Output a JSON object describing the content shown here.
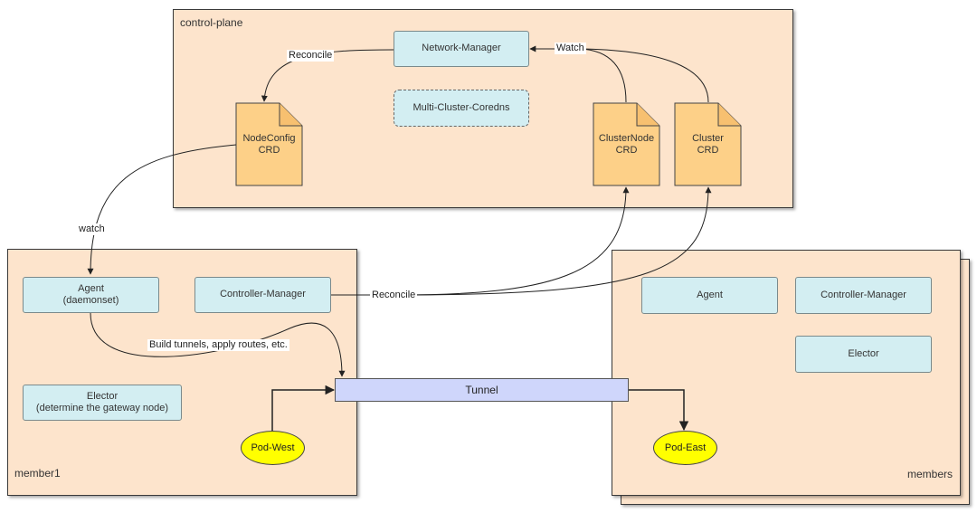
{
  "control_plane": {
    "label": "control-plane",
    "network_manager": "Network-Manager",
    "coredns": "Multi-Cluster-Coredns",
    "nodeconfig": [
      "NodeConfig",
      "CRD"
    ],
    "clusternode": [
      "ClusterNode",
      "CRD"
    ],
    "cluster": [
      "Cluster",
      "CRD"
    ]
  },
  "member1": {
    "label": "member1",
    "agent": [
      "Agent",
      "(daemonset)"
    ],
    "controller_manager": "Controller-Manager",
    "elector": [
      "Elector",
      "(determine the gateway node)"
    ],
    "pod": "Pod-West"
  },
  "members": {
    "label": "members",
    "agent": "Agent",
    "controller_manager": "Controller-Manager",
    "elector": "Elector",
    "pod": "Pod-East"
  },
  "tunnel": "Tunnel",
  "edges": {
    "reconcile_top": "Reconcile",
    "watch_top": "Watch",
    "watch_left": "watch",
    "reconcile_mid": "Reconcile",
    "build_tunnels": "Build tunnels, apply routes, etc."
  },
  "colors": {
    "panel": "#fde4cc",
    "component": "#d3eef2",
    "crd": "#fdd088",
    "tunnel": "#cfd6fb",
    "pod": "#ffff00"
  }
}
